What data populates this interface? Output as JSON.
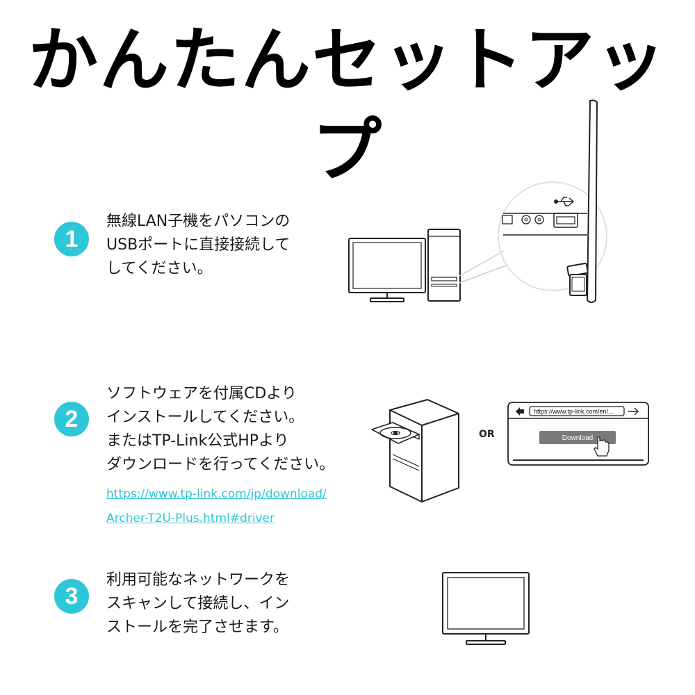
{
  "title": "かんたんセットアップ",
  "steps": [
    {
      "number": "1",
      "lines": [
        "無線LAN子機をパソコンの",
        "USBポートに直接接続して",
        "してください。"
      ]
    },
    {
      "number": "2",
      "lines": [
        "ソフトウェアを付属CDより",
        "インストールしてください。",
        "またはTP-Link公式HPより",
        "ダウンロードを行ってください。"
      ],
      "link_lines": [
        "https://www.tp-link.com/jp/download/",
        "Archer-T2U-Plus.html#driver"
      ]
    },
    {
      "number": "3",
      "lines": [
        "利用可能なネットワークを",
        "スキャンして接続し、イン",
        "ストールを完了させます。"
      ]
    }
  ],
  "browser": {
    "url": "https://www.tp-link.com/en/...",
    "download_label": "Download"
  },
  "or_label": "OR",
  "colors": {
    "accent": "#2ec6d9",
    "line": "#222222",
    "button": "#7a7a7a"
  }
}
